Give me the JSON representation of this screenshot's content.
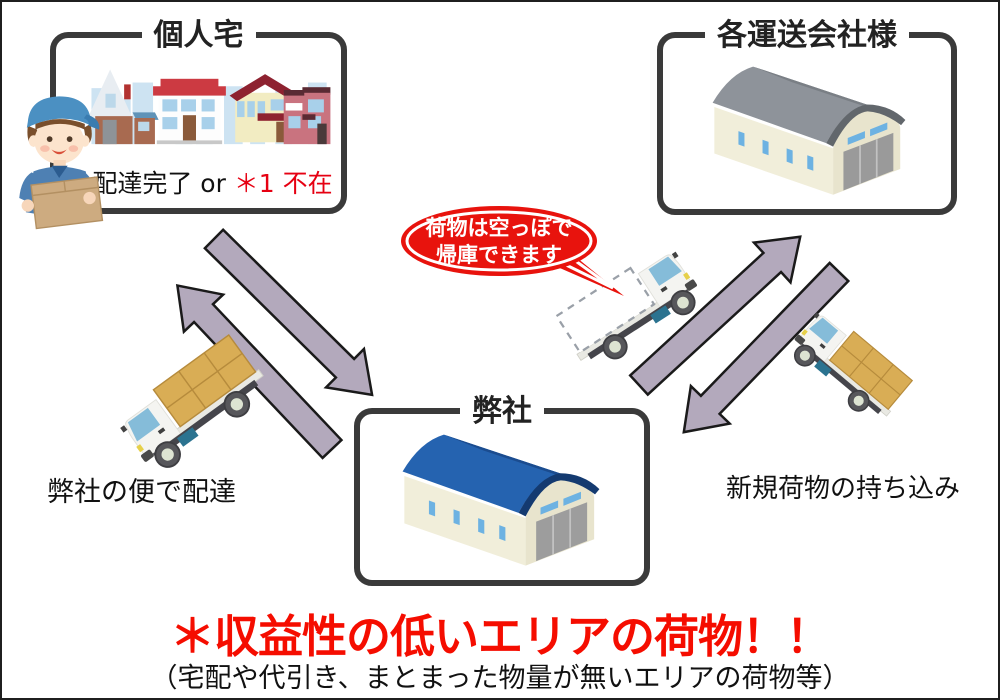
{
  "boxes": {
    "homes": {
      "title": "個人宅",
      "caption_black": "配達完了 or ",
      "caption_red": "＊1 不在"
    },
    "carriers": {
      "title": "各運送会社様"
    },
    "company": {
      "title": "弊社"
    }
  },
  "bubble": {
    "line1": "荷物は空っぽで",
    "line2": "帰庫できます"
  },
  "labels": {
    "left": "弊社の便で配達",
    "right": "新規荷物の持ち込み"
  },
  "footer": {
    "red": "＊収益性の低いエリアの荷物！！",
    "black": "（宅配や代引き、まとまった物量が無いエリアの荷物等）"
  },
  "colors": {
    "accent_red": "#e8130d",
    "footer_red": "#f50d00",
    "arrow_fill": "#b3a9bc",
    "box_border": "#3a3a3a",
    "roof_blue": "#2563b0",
    "roof_gray": "#8e939a",
    "wall_cream": "#f1eeda",
    "cargo_tan": "#d9ad55"
  }
}
